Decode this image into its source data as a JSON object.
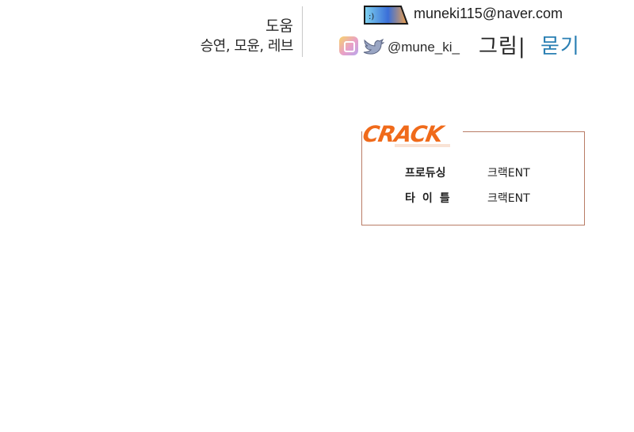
{
  "credits": {
    "help_label": "도움",
    "help_names": "승연, 모윤, 레브",
    "email": "muneki115@naver.com",
    "handle": "@mune_ki_",
    "art_label": "그림|",
    "art_name": "묻기"
  },
  "crack": {
    "logo_text": "CRACK",
    "rows": [
      {
        "label": "프로듀싱",
        "value": "크랙ENT"
      },
      {
        "label": "타이틀",
        "value": "크랙ENT"
      }
    ]
  },
  "icons": {
    "mail": "mail-bubble-icon",
    "instagram": "instagram-icon",
    "twitter": "twitter-bird-icon"
  },
  "colors": {
    "crack_orange": "#f06a1a",
    "box_border": "#b97c66",
    "art_name_blue": "#2a7fb3"
  }
}
